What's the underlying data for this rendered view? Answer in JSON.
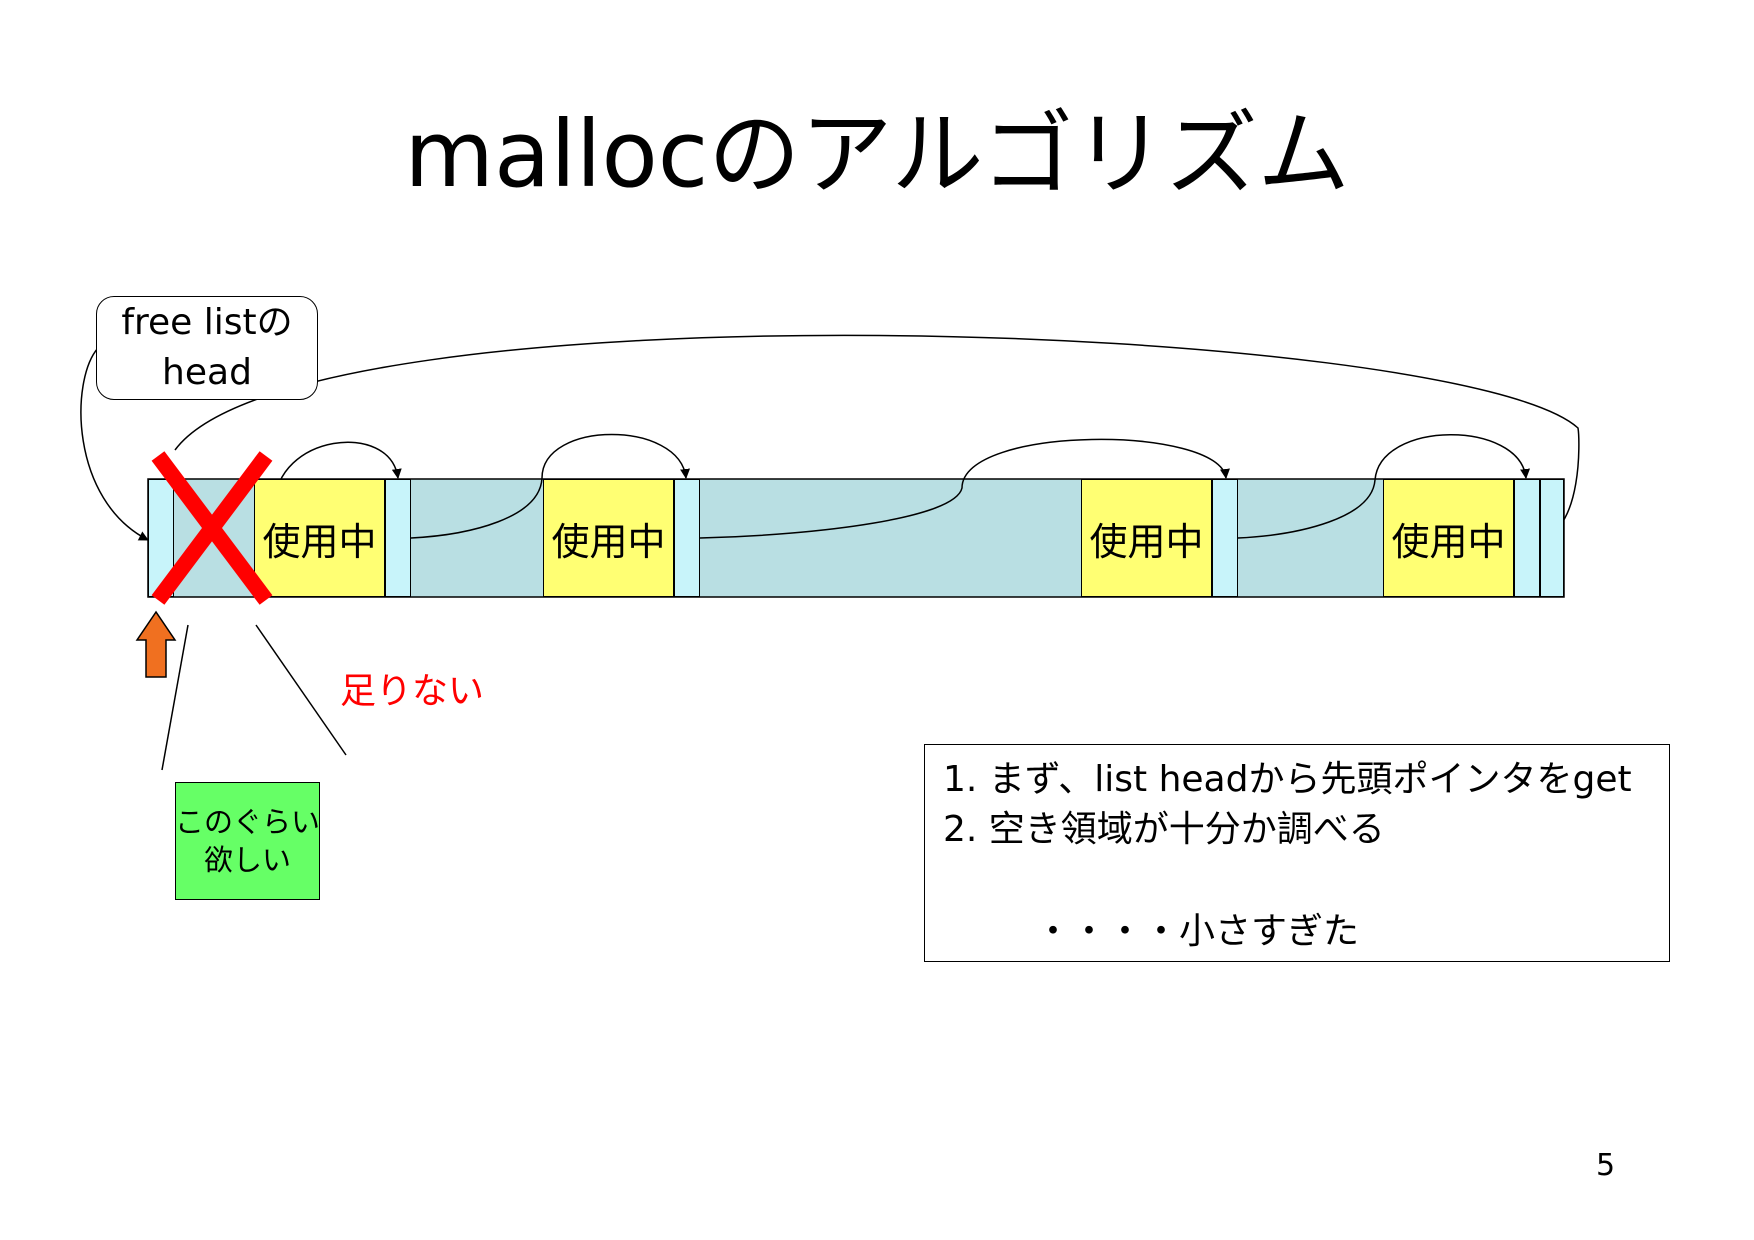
{
  "title": "mallocのアルゴリズム",
  "callout": {
    "line1": "free listの",
    "line2": "head"
  },
  "blocks": {
    "used_label": "使用中"
  },
  "rejection": {
    "mark": "X",
    "label": "足りない",
    "color": "#ff0000"
  },
  "request": {
    "line1": "このぐらい",
    "line2": "欲しい",
    "color": "#66ff66"
  },
  "steps": {
    "item1": "1. まず、list headから先頭ポインタをget",
    "item2": "2. 空き領域が十分か調べる",
    "note": "・・・・小さすぎた"
  },
  "page_number": "5",
  "colors": {
    "free_area": "#b9dfe3",
    "used_block": "#ffff73",
    "header": "#c8f4fa",
    "pointer_arrow": "#f07020"
  }
}
